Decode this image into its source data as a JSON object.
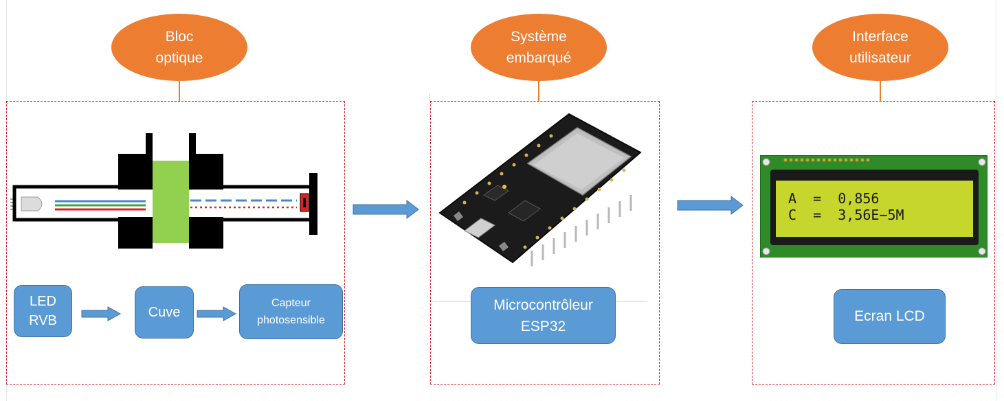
{
  "sections": {
    "optical": {
      "title": "Bloc\noptique",
      "led_label": "LED\nRVB",
      "cuve_label": "Cuve",
      "sensor_label": "Capteur\nphotosensible"
    },
    "embedded": {
      "title": "Système\nembarqué",
      "mcu_label": "Microcontrôleur\nESP32"
    },
    "ui": {
      "title": "Interface\nutilisateur",
      "lcd_label": "Ecran LCD",
      "lcd_line1": "A  =  0,856",
      "lcd_line2": "C  =  3,56E−5M"
    }
  },
  "colors": {
    "ellipse": "#ED7D31",
    "box": "#5B9BD5",
    "dashed_border": "#E0191E",
    "cuve": "#92D050",
    "lcd_screen": "#C7D62C"
  }
}
